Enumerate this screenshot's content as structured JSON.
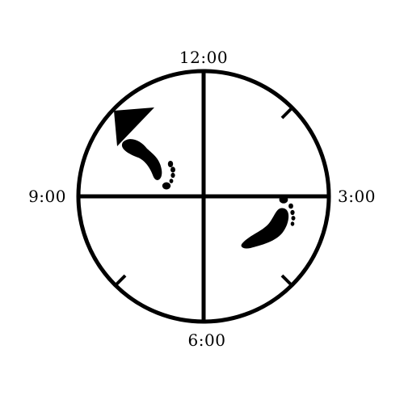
{
  "labels": {
    "top": "12:00",
    "right": "3:00",
    "bottom": "6:00",
    "left": "9:00"
  },
  "colors": {
    "ink": "#000000",
    "background": "#ffffff"
  },
  "icons": {
    "upper_left": "footprint-icon",
    "lower_right": "footprint-icon",
    "arrow": "arrow-icon"
  }
}
